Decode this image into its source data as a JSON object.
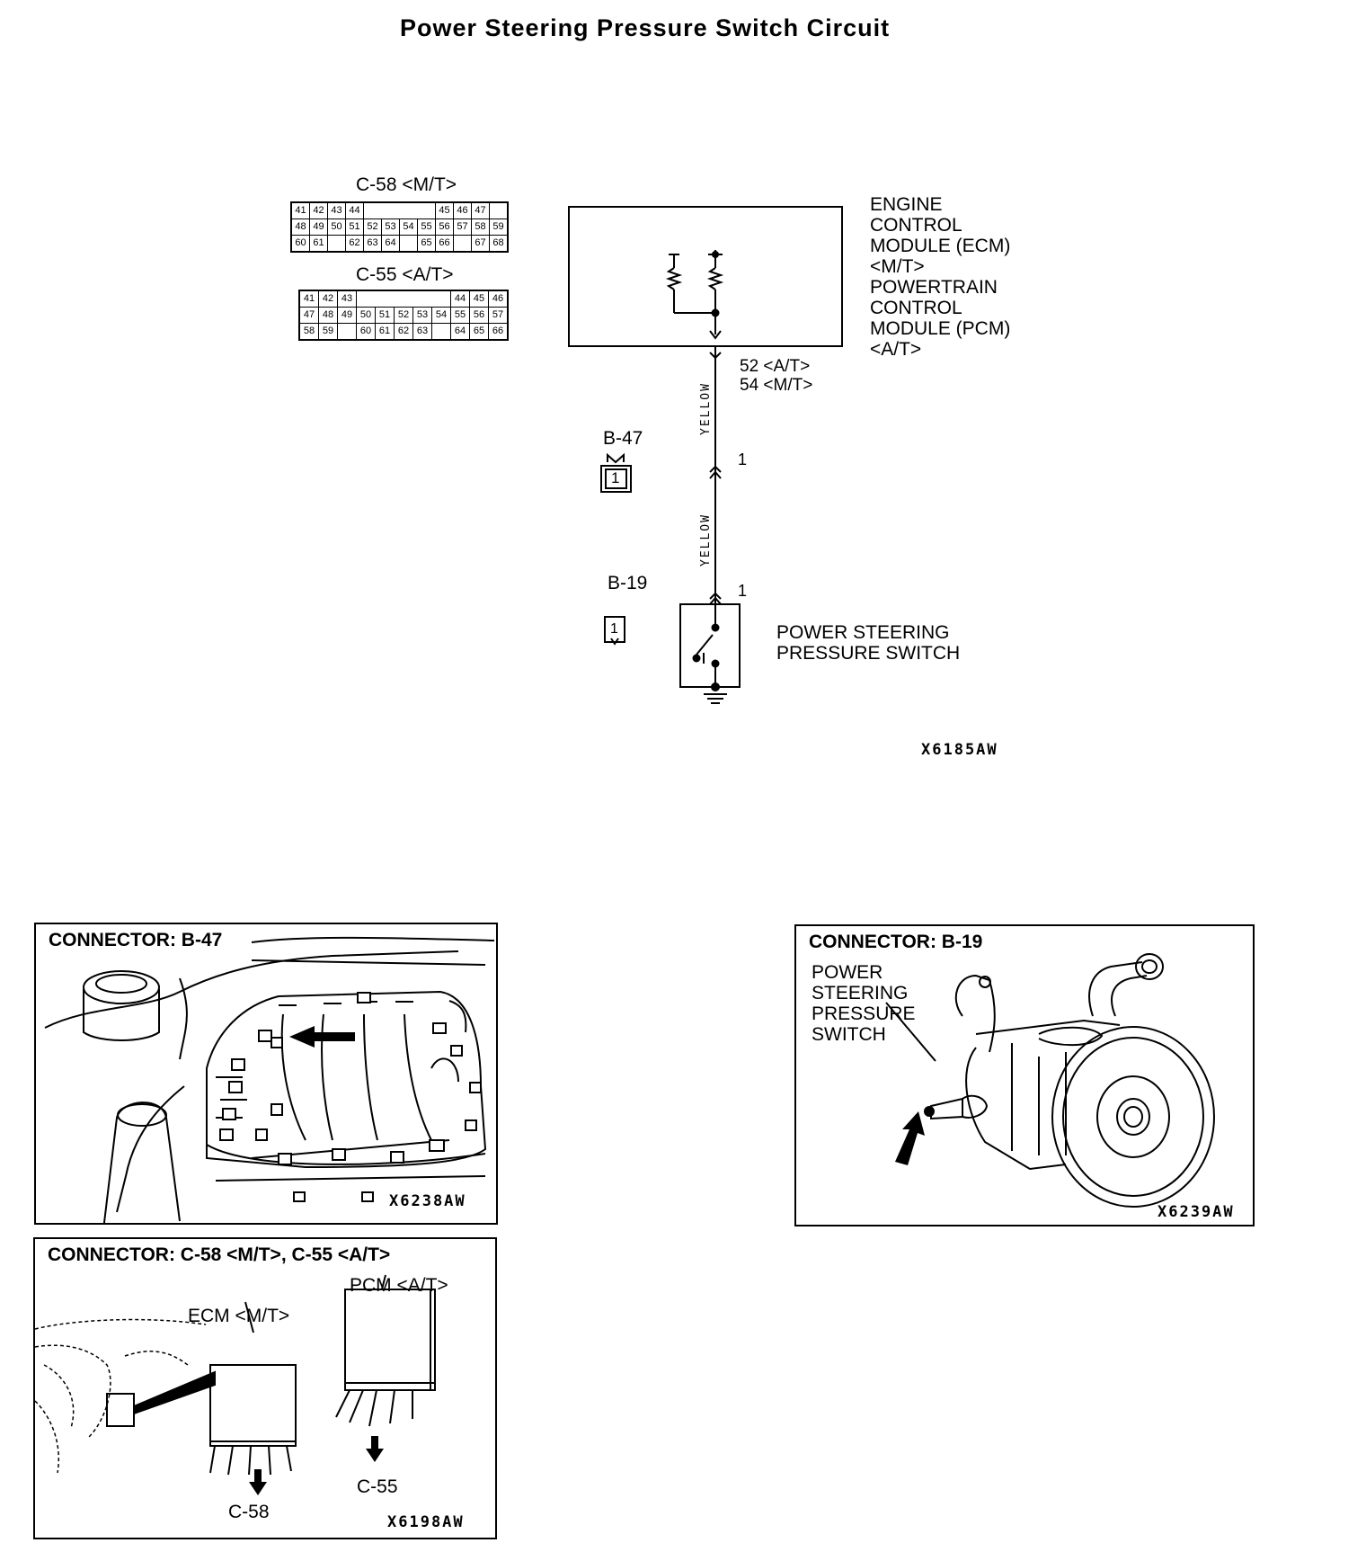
{
  "title": "Power Steering Pressure Switch Circuit",
  "connectors": {
    "c58_label": "C-58 <M/T>",
    "c55_label": "C-55 <A/T>",
    "c58_rows": [
      [
        "41",
        "42",
        "43",
        "44",
        "",
        "",
        "",
        "",
        "45",
        "46",
        "47"
      ],
      [
        "48",
        "49",
        "50",
        "51",
        "52",
        "53",
        "54",
        "55",
        "56",
        "57",
        "58",
        "59"
      ],
      [
        "60",
        "61",
        "",
        "62",
        "63",
        "64",
        "",
        "65",
        "66",
        "",
        "67",
        "68"
      ]
    ],
    "c55_rows": [
      [
        "41",
        "42",
        "43",
        "",
        "",
        "",
        "",
        "",
        "44",
        "45",
        "46"
      ],
      [
        "47",
        "48",
        "49",
        "50",
        "51",
        "52",
        "53",
        "54",
        "55",
        "56",
        "57"
      ],
      [
        "58",
        "59",
        "",
        "60",
        "61",
        "62",
        "63",
        "",
        "64",
        "65",
        "66"
      ]
    ]
  },
  "ecm": {
    "lines": [
      "ENGINE",
      "CONTROL",
      "MODULE (ECM)",
      "<M/T>",
      "POWERTRAIN",
      "CONTROL",
      "MODULE  (PCM)",
      "<A/T>"
    ],
    "pin_at": "52 <A/T>",
    "pin_mt": "54  <M/T>"
  },
  "wire": {
    "color_upper": "YELLOW",
    "color_lower": "YELLOW",
    "pin_b47": "1",
    "pin_b19": "1"
  },
  "b47": {
    "label": "B-47",
    "pin": "1"
  },
  "b19": {
    "label": "B-19",
    "pin": "1"
  },
  "switch_label": [
    "POWER STEERING",
    "PRESSURE SWITCH"
  ],
  "figure_code_main": "X6185AW",
  "panel_b47": {
    "title": "CONNECTOR: B-47",
    "code": "X6238AW"
  },
  "panel_b19": {
    "title": "CONNECTOR: B-19",
    "label_lines": [
      "POWER",
      "STEERING",
      "PRESSURE",
      "SWITCH"
    ],
    "code": "X6239AW"
  },
  "panel_c58": {
    "title": "CONNECTOR: C-58 <M/T>, C-55 <A/T>",
    "ecm_label": "ECM <M/T>",
    "pcm_label": "PCM <A/T>",
    "c58": "C-58",
    "c55": "C-55",
    "code": "X6198AW"
  }
}
